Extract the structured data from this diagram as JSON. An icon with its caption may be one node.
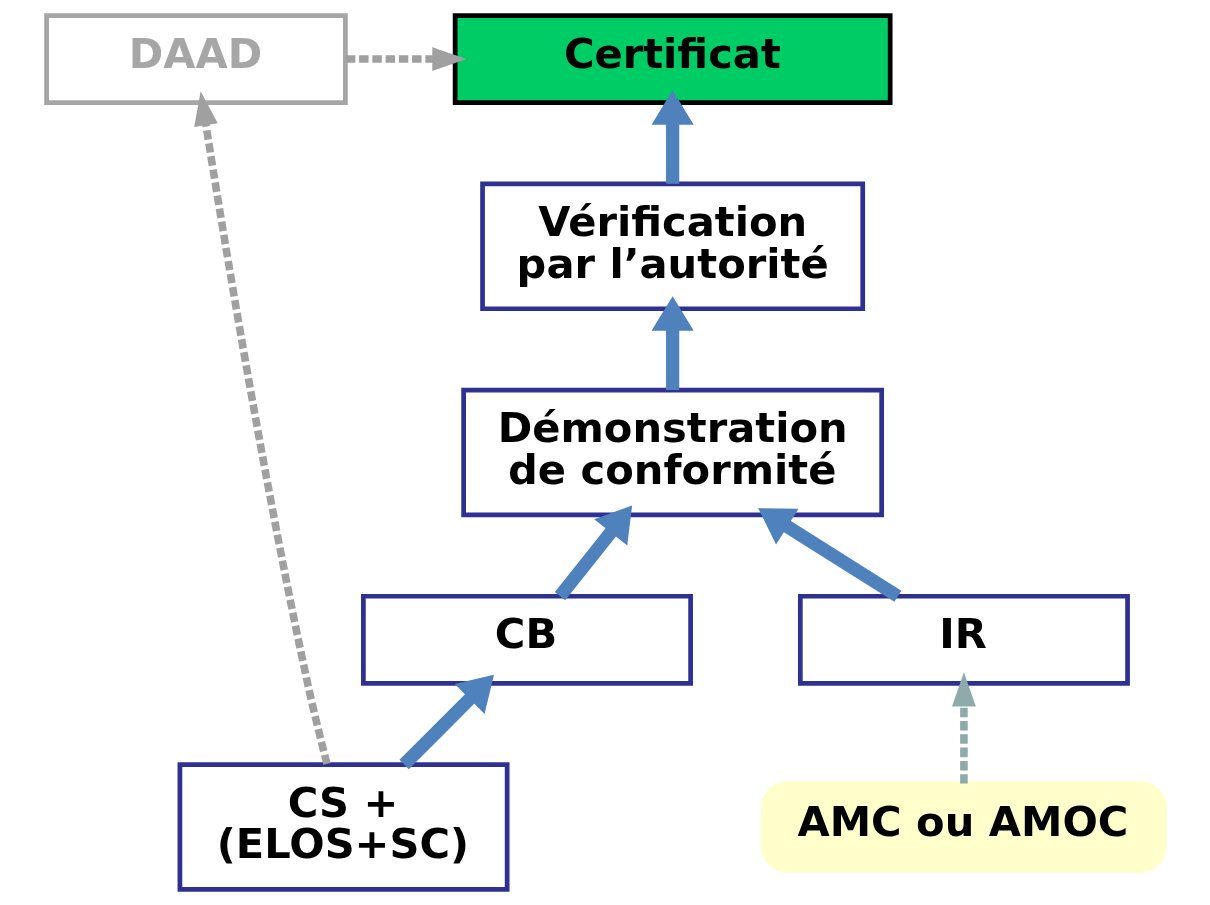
{
  "diagram": {
    "nodes": [
      {
        "text": [
          "DAAD"
        ]
      },
      {
        "text": [
          "Certificat"
        ]
      },
      {
        "text": [
          "Vérification par l’autorité"
        ]
      },
      {
        "text": [
          "Démonstration de conformité"
        ]
      },
      {
        "text": [
          "CB"
        ]
      },
      {
        "text": [
          "IR"
        ]
      },
      {
        "text": [
          "CS + (ELOS+SC)"
        ]
      },
      {
        "text": [
          "AMC ou AMOC"
        ]
      }
    ],
    "edges": [
      {
        "from": 0,
        "to": 1,
        "arrow": "to",
        "style": "dashed",
        "color": "#a0a0a0"
      },
      {
        "from": 6,
        "to": 0,
        "arrow": "to",
        "style": "dashed",
        "color": "#a0a0a0"
      },
      {
        "from": 2,
        "to": 1,
        "arrow": "to"
      },
      {
        "from": 3,
        "to": 2,
        "arrow": "to"
      },
      {
        "from": 4,
        "to": 3,
        "arrow": "to"
      },
      {
        "from": 5,
        "to": 3,
        "arrow": "to"
      },
      {
        "from": 6,
        "to": 4,
        "arrow": "to"
      },
      {
        "from": 7,
        "to": 5,
        "arrow": "to",
        "style": "dashed",
        "color": "#8faaaa"
      }
    ]
  }
}
